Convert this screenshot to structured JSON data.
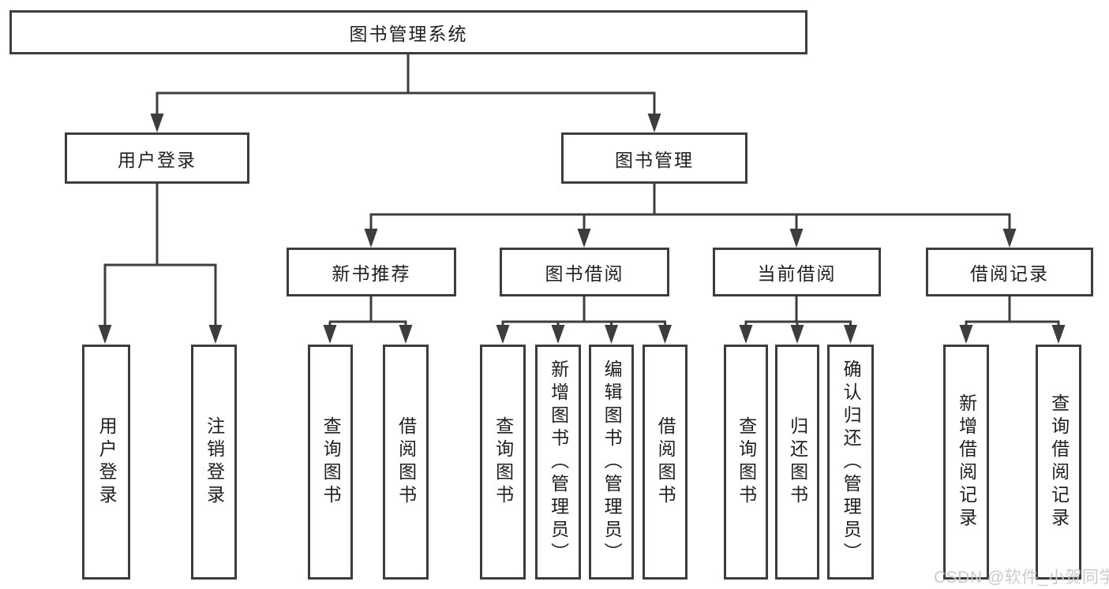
{
  "diagram": {
    "tree": {
      "root": {
        "label": "图书管理系统"
      },
      "branches": [
        {
          "label": "用户登录",
          "children": [
            {
              "label": "用户登录"
            },
            {
              "label": "注销登录"
            }
          ]
        },
        {
          "label": "图书管理",
          "children": [
            {
              "label": "新书推荐",
              "children": [
                {
                  "label": "查询图书"
                },
                {
                  "label": "借阅图书"
                }
              ]
            },
            {
              "label": "图书借阅",
              "children": [
                {
                  "label": "查询图书"
                },
                {
                  "label": "新增图书（管理员）"
                },
                {
                  "label": "编辑图书（管理员）"
                },
                {
                  "label": "借阅图书"
                }
              ]
            },
            {
              "label": "当前借阅",
              "children": [
                {
                  "label": "查询图书"
                },
                {
                  "label": "归还图书"
                },
                {
                  "label": "确认归还（管理员）"
                }
              ]
            },
            {
              "label": "借阅记录",
              "children": [
                {
                  "label": "新增借阅记录"
                },
                {
                  "label": "查询借阅记录"
                }
              ]
            }
          ]
        }
      ]
    },
    "colors": {
      "line": "#3d3d3d",
      "text": "#1f1f1f",
      "background": "#ffffff",
      "watermark": "#cbcbcb"
    }
  },
  "watermark": {
    "text": "CSDN @软件_小贺同学"
  }
}
